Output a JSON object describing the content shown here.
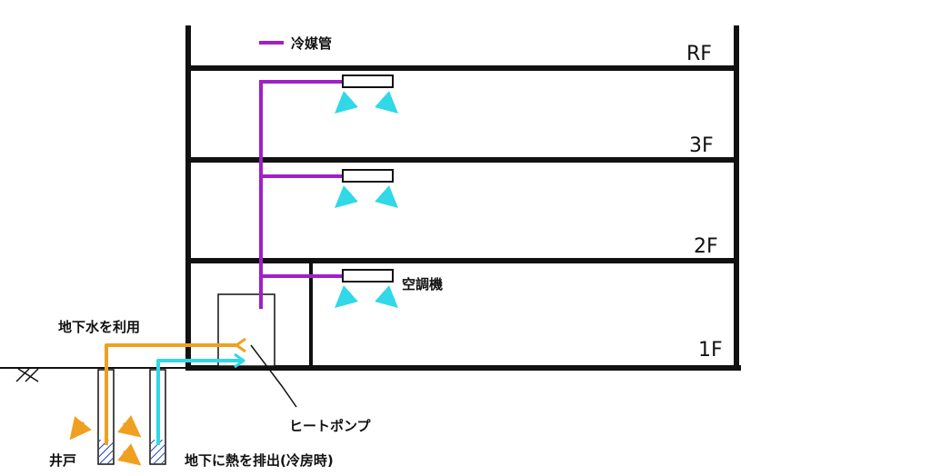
{
  "legend": {
    "label": "冷媒管",
    "color": "#a020c8"
  },
  "floors": [
    "RF",
    "3F",
    "2F",
    "1F"
  ],
  "labels": {
    "ac_unit": "空調機",
    "groundwater": "地下水を利用",
    "heat_pump": "ヒートポンプ",
    "well": "井戸",
    "heat_discharge": "地下に熱を排出(冷房時)"
  },
  "colors": {
    "refrigerant": "#a020c8",
    "warm_water": "#f0a020",
    "cool_water": "#30d8e8",
    "structure": "#111111",
    "airflow": "#30d8e8"
  }
}
